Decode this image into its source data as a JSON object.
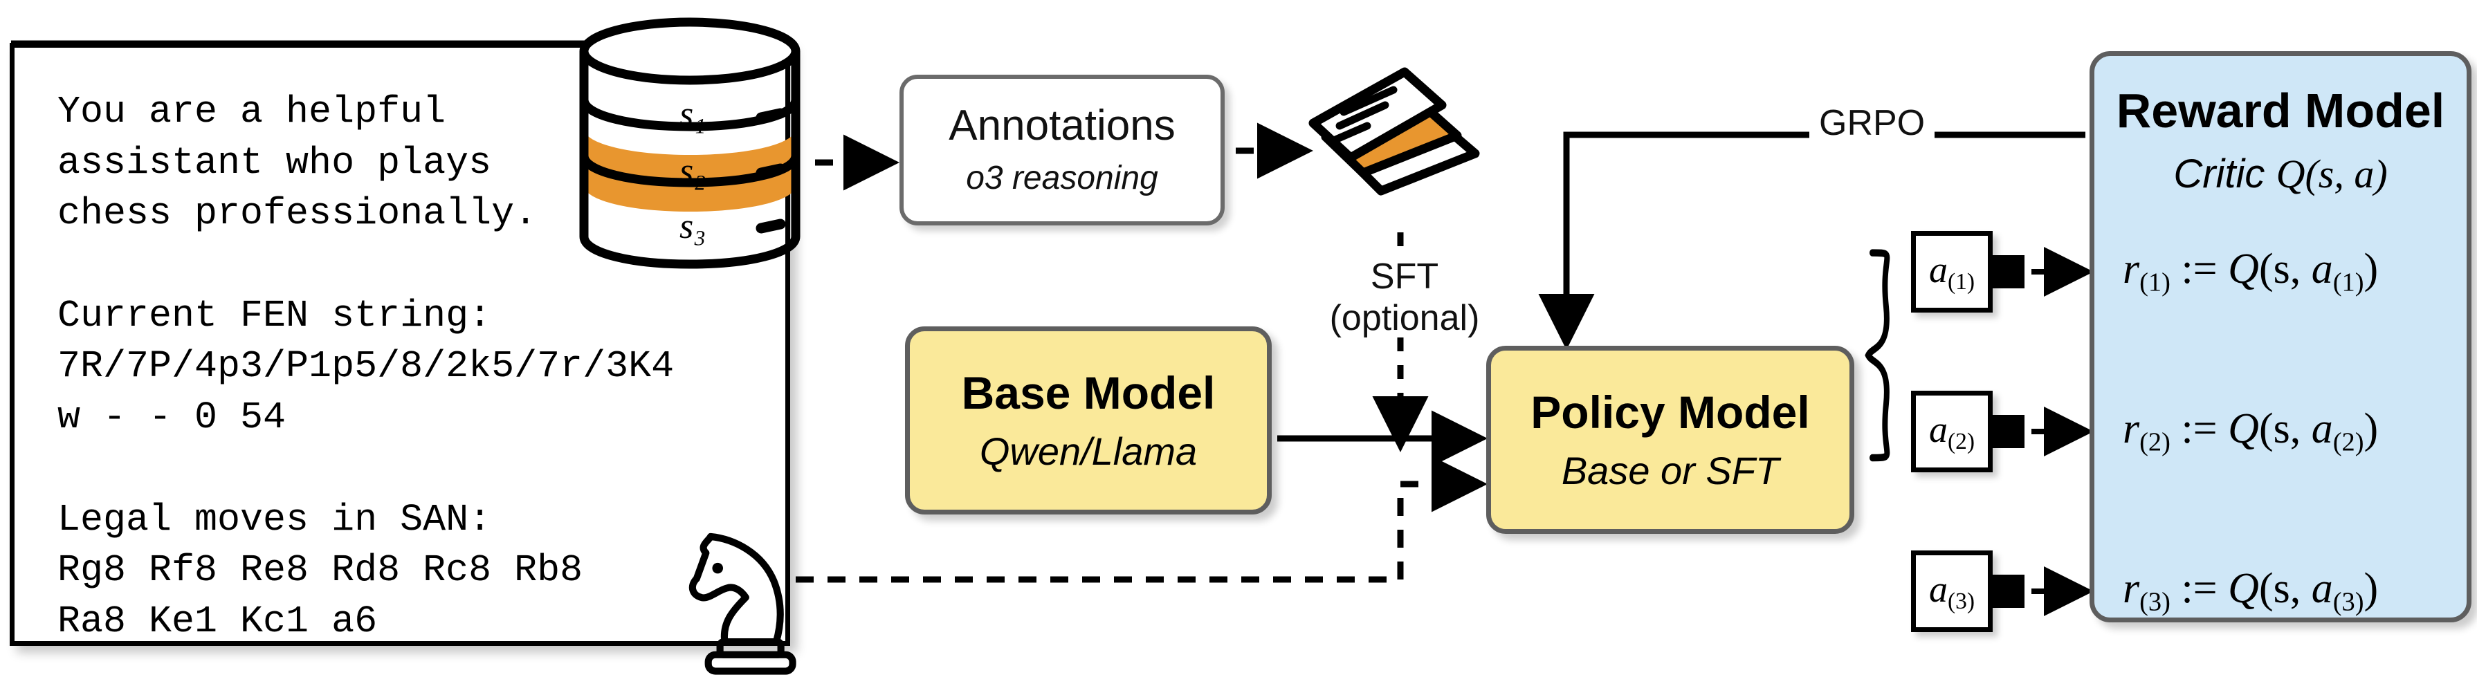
{
  "prompt_panel": {
    "name": "chess-prompt",
    "text": "You are a helpful\nassistant who plays\nchess professionally.\n\nCurrent FEN string:\n7R/7P/4p3/P1p5/8/2k5/7r/3K4\nw - - 0 54\n\nLegal moves in SAN:\nRg8 Rf8 Re8 Rd8 Rc8 Rb8\nRa8 Ke1 Kc1 a6",
    "lines": [
      "You are a helpful",
      "assistant who plays",
      "chess professionally.",
      "",
      "Current FEN string:",
      "7R/7P/4p3/P1p5/8/2k5/7r/3K4",
      "w - - 0 54",
      "",
      "Legal moves in SAN:",
      "Rg8 Rf8 Re8 Rd8 Rc8 Rb8",
      "Ra8 Ke1 Kc1 a6"
    ],
    "fen": "7R/7P/4p3/P1p5/8/2k5/7r/3K4 w - - 0 54",
    "legal_moves": [
      "Rg8",
      "Rf8",
      "Re8",
      "Rd8",
      "Rc8",
      "Rb8",
      "Ra8",
      "Ke1",
      "Kc1",
      "a6"
    ],
    "icon": "chess-knight-icon"
  },
  "database": {
    "icon": "database-cylinder-icon",
    "bands": [
      {
        "label": "s₁",
        "base": "s",
        "sub": "1",
        "highlighted": false
      },
      {
        "label": "s₂",
        "base": "s",
        "sub": "2",
        "highlighted": true
      },
      {
        "label": "s₃",
        "base": "s",
        "sub": "3",
        "highlighted": false
      }
    ],
    "highlight_color": "#E8962F"
  },
  "annotations": {
    "title": "Annotations",
    "subtitle": "o3 reasoning"
  },
  "documents": {
    "icon": "documents-stack-icon",
    "accent_color": "#E8962F"
  },
  "sft": {
    "line1": "SFT",
    "line2": "(optional)"
  },
  "base_model": {
    "title": "Base Model",
    "subtitle": "Qwen/Llama",
    "fill": "#FAE99A"
  },
  "policy_model": {
    "title": "Policy Model",
    "subtitle": "Base or SFT",
    "fill": "#FAE99A"
  },
  "reward_model": {
    "title": "Reward Model",
    "subtitle": "Critic Q(s, a)",
    "subtitle_parts": {
      "word": "Critic",
      "fn": "Q",
      "args": "(s, a)"
    },
    "fill": "#CFE7F7"
  },
  "grpo": {
    "label": "GRPO"
  },
  "actions": [
    {
      "base": "a",
      "sub": "(1)",
      "label": "a(1)"
    },
    {
      "base": "a",
      "sub": "(2)",
      "label": "a(2)"
    },
    {
      "base": "a",
      "sub": "(3)",
      "label": "a(3)"
    }
  ],
  "rewards": [
    {
      "r": "r",
      "rsub": "(1)",
      "op": ":=",
      "q": "Q",
      "args_pre": "(s, ",
      "a": "a",
      "asub": "(1)",
      "args_post": ")",
      "full": "r(1) := Q(s, a(1))"
    },
    {
      "r": "r",
      "rsub": "(2)",
      "op": ":=",
      "q": "Q",
      "args_pre": "(s, ",
      "a": "a",
      "asub": "(2)",
      "args_post": ")",
      "full": "r(2) := Q(s, a(2))"
    },
    {
      "r": "r",
      "rsub": "(3)",
      "op": ":=",
      "q": "Q",
      "args_pre": "(s, ",
      "a": "a",
      "asub": "(3)",
      "args_post": ")",
      "full": "r(3) := Q(s, a(3))"
    }
  ]
}
